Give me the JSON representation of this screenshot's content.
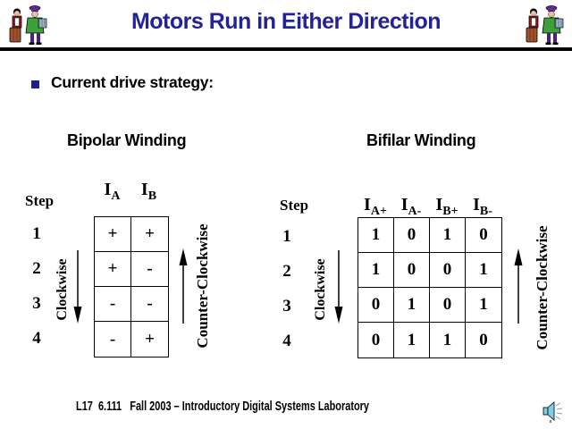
{
  "slide": {
    "title": "Motors Run in Either Direction",
    "bullet_text": "Current drive strategy:",
    "footer": "L17  6.111   Fall 2003 – Introductory Digital Systems Laboratory"
  },
  "colors": {
    "title_color": "#22229B",
    "bullet_color": "#1F1F8F",
    "rule_color": "#000000",
    "text_color": "#000000",
    "speaker_color": "#7ECFE4"
  },
  "icons": {
    "clipart_left": "musicians-clipart",
    "clipart_right": "musicians-clipart",
    "speaker": "speaker-icon",
    "clockwise_arrow": "arrow-down-icon",
    "counter_clockwise_arrow": "arrow-up-icon"
  },
  "bipolar": {
    "heading": "Bipolar Winding",
    "step_label": "Step",
    "steps": [
      "1",
      "2",
      "3",
      "4"
    ],
    "columns": [
      {
        "base": "I",
        "sub": "A"
      },
      {
        "base": "I",
        "sub": "B"
      }
    ],
    "rows": [
      [
        "+",
        "+"
      ],
      [
        "+",
        "-"
      ],
      [
        "-",
        "-"
      ],
      [
        "-",
        "+"
      ]
    ],
    "clockwise_label": "Clockwise",
    "counter_clockwise_label": "Counter-Clockwise"
  },
  "bifilar": {
    "heading": "Bifilar Winding",
    "step_label": "Step",
    "steps": [
      "1",
      "2",
      "3",
      "4"
    ],
    "columns": [
      {
        "base": "I",
        "sub": "A+"
      },
      {
        "base": "I",
        "sub": "A-"
      },
      {
        "base": "I",
        "sub": "B+"
      },
      {
        "base": "I",
        "sub": "B-"
      }
    ],
    "rows": [
      [
        "1",
        "0",
        "1",
        "0"
      ],
      [
        "1",
        "0",
        "0",
        "1"
      ],
      [
        "0",
        "1",
        "0",
        "1"
      ],
      [
        "0",
        "1",
        "1",
        "0"
      ]
    ],
    "clockwise_label": "Clockwise",
    "counter_clockwise_label": "Counter-Clockwise"
  }
}
